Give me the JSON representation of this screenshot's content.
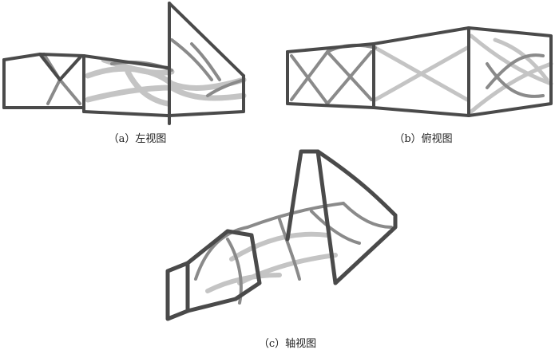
{
  "figure": {
    "views": [
      {
        "key": "a",
        "caption": "（a）左视图",
        "icon": "frame-side-view-drawing"
      },
      {
        "key": "b",
        "caption": "（b）俯视图",
        "icon": "frame-top-view-drawing"
      },
      {
        "key": "c",
        "caption": "（c）轴视图",
        "icon": "frame-isometric-view-drawing"
      }
    ],
    "colors": {
      "frame_dark": "#4a4a4a",
      "member_mid": "#8a8a8a",
      "member_light": "#c4c4c4",
      "background": "#ffffff"
    }
  }
}
